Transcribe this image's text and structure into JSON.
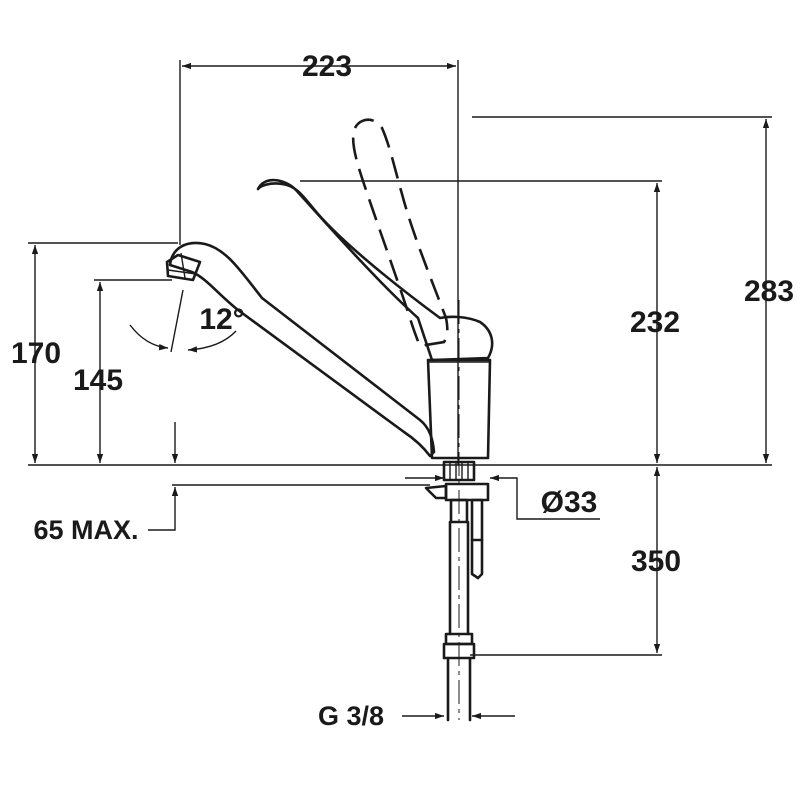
{
  "dimensions": {
    "width_223": "223",
    "height_283": "283",
    "height_232": "232",
    "height_170": "170",
    "height_145": "145",
    "angle_12": "12°",
    "diameter_33": "Ø33",
    "length_350": "350",
    "max_65": "65 MAX.",
    "thread_g38": "G 3/8"
  }
}
